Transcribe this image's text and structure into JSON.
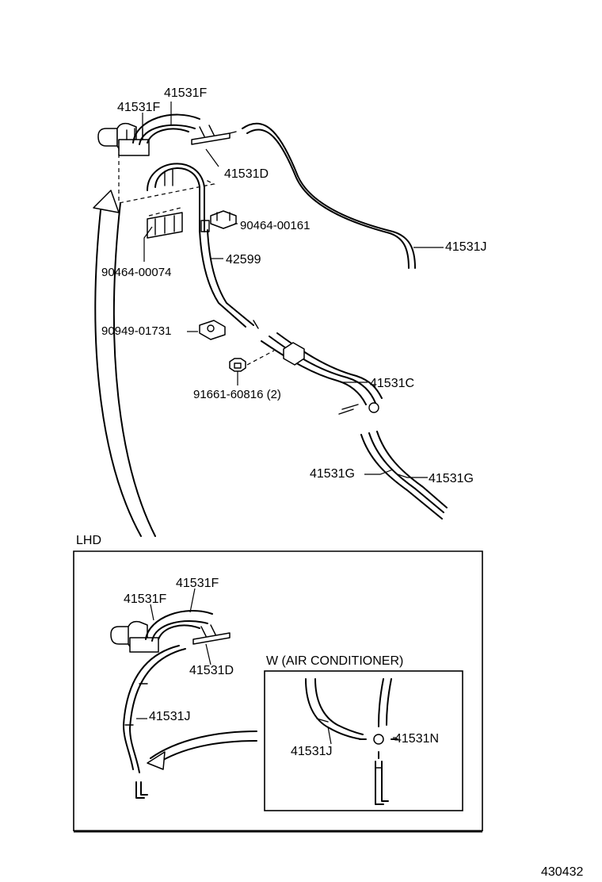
{
  "diagram_id": "430432",
  "main_labels": {
    "f_upper": "41531F",
    "f_lower": "41531F",
    "d": "41531D",
    "clip_right": "90464-00161",
    "j": "41531J",
    "hose": "42599",
    "clip_left": "90464-00074",
    "clamp": "90949-01731",
    "c": "41531C",
    "bolt": "91661-60816 (2)",
    "g_left": "41531G",
    "g_right": "41531G"
  },
  "lhd": {
    "title": "LHD",
    "f_upper": "41531F",
    "f_lower": "41531F",
    "d": "41531D",
    "j": "41531J"
  },
  "ac_inset": {
    "title": "W (AIR CONDITIONER)",
    "j": "41531J",
    "n": "41531N"
  }
}
